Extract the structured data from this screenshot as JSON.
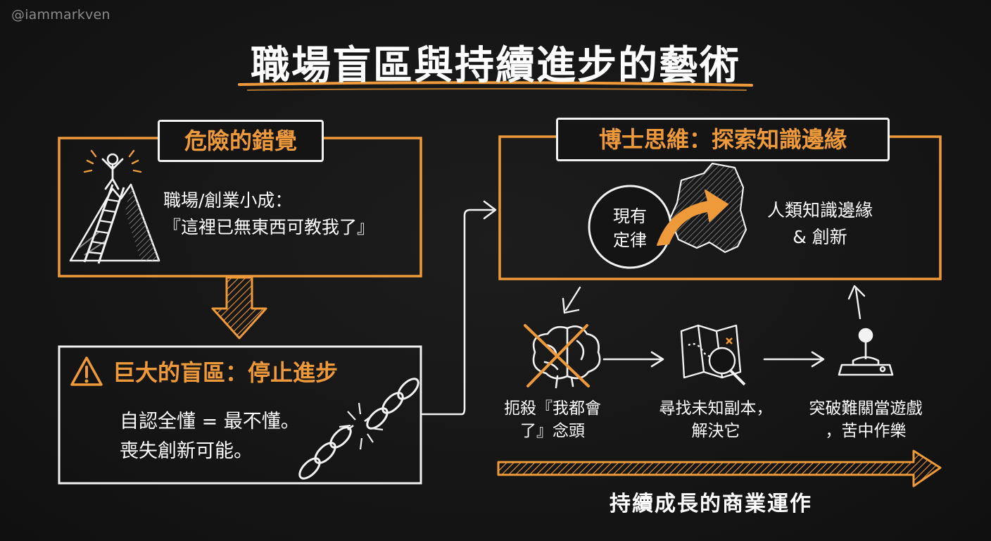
{
  "watermark": "@iammarkven",
  "title": "職場盲區與持續進步的藝術",
  "colors": {
    "accent": "#ef9a3a",
    "background": "#141414",
    "line": "#f2f2f2"
  },
  "danger": {
    "label": "危險的錯覺",
    "lines": [
      "職場/創業小成：",
      "『這裡已無東西可教我了』"
    ],
    "icon": "mountain-ladder-icon"
  },
  "blind_spot": {
    "label": "巨大的盲區：停止進步",
    "lines": [
      "自認全懂 = 最不懂。",
      "喪失創新可能。"
    ],
    "icons": [
      "warning-icon",
      "broken-chain-icon"
    ]
  },
  "phd": {
    "label": "博士思維：探索知識邊緣",
    "circle_lines": [
      "現有",
      "定律"
    ],
    "edge_lines": [
      "人類知識邊緣",
      "& 創新"
    ]
  },
  "steps": [
    {
      "icon": "crossed-brain-icon",
      "lines": [
        "扼殺『我都會",
        "了』念頭"
      ]
    },
    {
      "icon": "map-magnifier-icon",
      "lines": [
        "尋找未知副本，",
        "解決它"
      ]
    },
    {
      "icon": "joystick-icon",
      "lines": [
        "突破難關當遊戲",
        "，苦中作樂"
      ]
    }
  ],
  "business": "持續成長的商業運作"
}
